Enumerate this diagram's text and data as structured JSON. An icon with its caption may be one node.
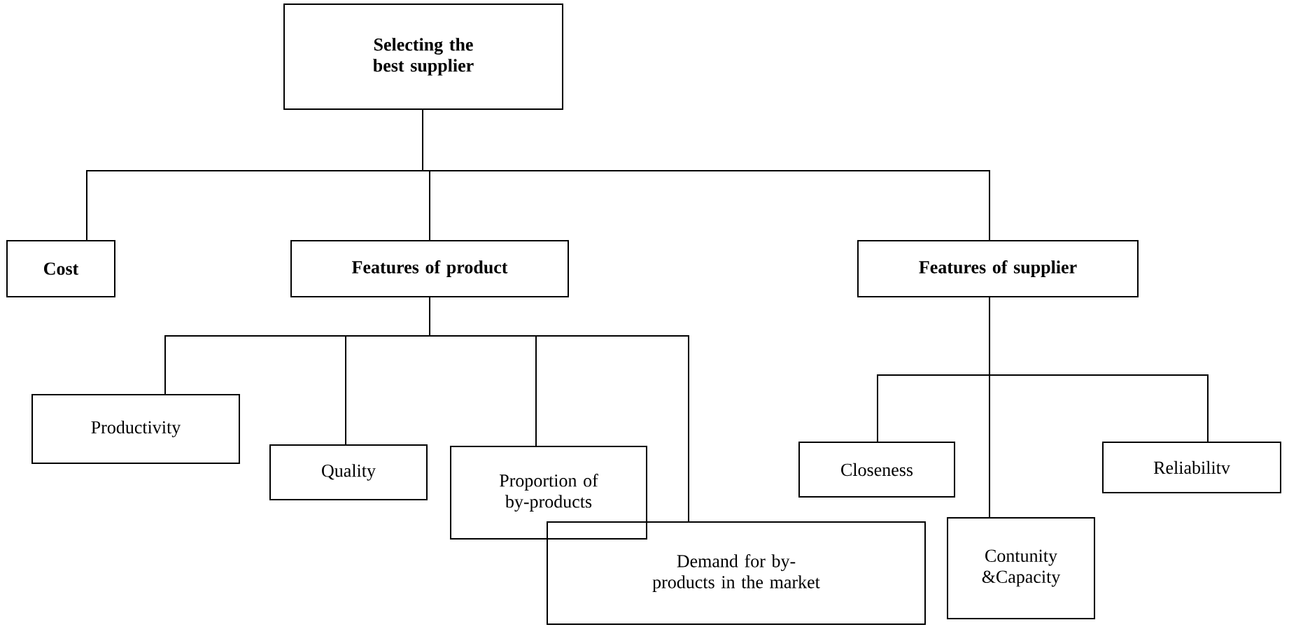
{
  "diagram": {
    "nodes": [
      {
        "text": [
          "Selecting the best supplier"
        ]
      },
      {
        "text": [
          "Cost"
        ]
      },
      {
        "text": [
          "Features of product"
        ]
      },
      {
        "text": [
          "Features of supplier"
        ]
      },
      {
        "text": [
          "Productivity"
        ]
      },
      {
        "text": [
          "Quality"
        ]
      },
      {
        "text": [
          "Proportion of by-products"
        ]
      },
      {
        "text": [
          "Demand for by-products in the market"
        ]
      },
      {
        "text": [
          "Closeness"
        ]
      },
      {
        "text": [
          "Contunity &Capacity"
        ]
      },
      {
        "text": [
          "Reliabilitv"
        ]
      }
    ],
    "edges": [
      {
        "from": 0,
        "to": 1,
        "arrow": "none"
      },
      {
        "from": 0,
        "to": 2,
        "arrow": "none"
      },
      {
        "from": 0,
        "to": 3,
        "arrow": "none"
      },
      {
        "from": 2,
        "to": 4,
        "arrow": "none"
      },
      {
        "from": 2,
        "to": 5,
        "arrow": "none"
      },
      {
        "from": 2,
        "to": 6,
        "arrow": "none"
      },
      {
        "from": 2,
        "to": 7,
        "arrow": "none"
      },
      {
        "from": 3,
        "to": 8,
        "arrow": "none"
      },
      {
        "from": 3,
        "to": 9,
        "arrow": "none"
      },
      {
        "from": 3,
        "to": 10,
        "arrow": "none"
      }
    ]
  }
}
